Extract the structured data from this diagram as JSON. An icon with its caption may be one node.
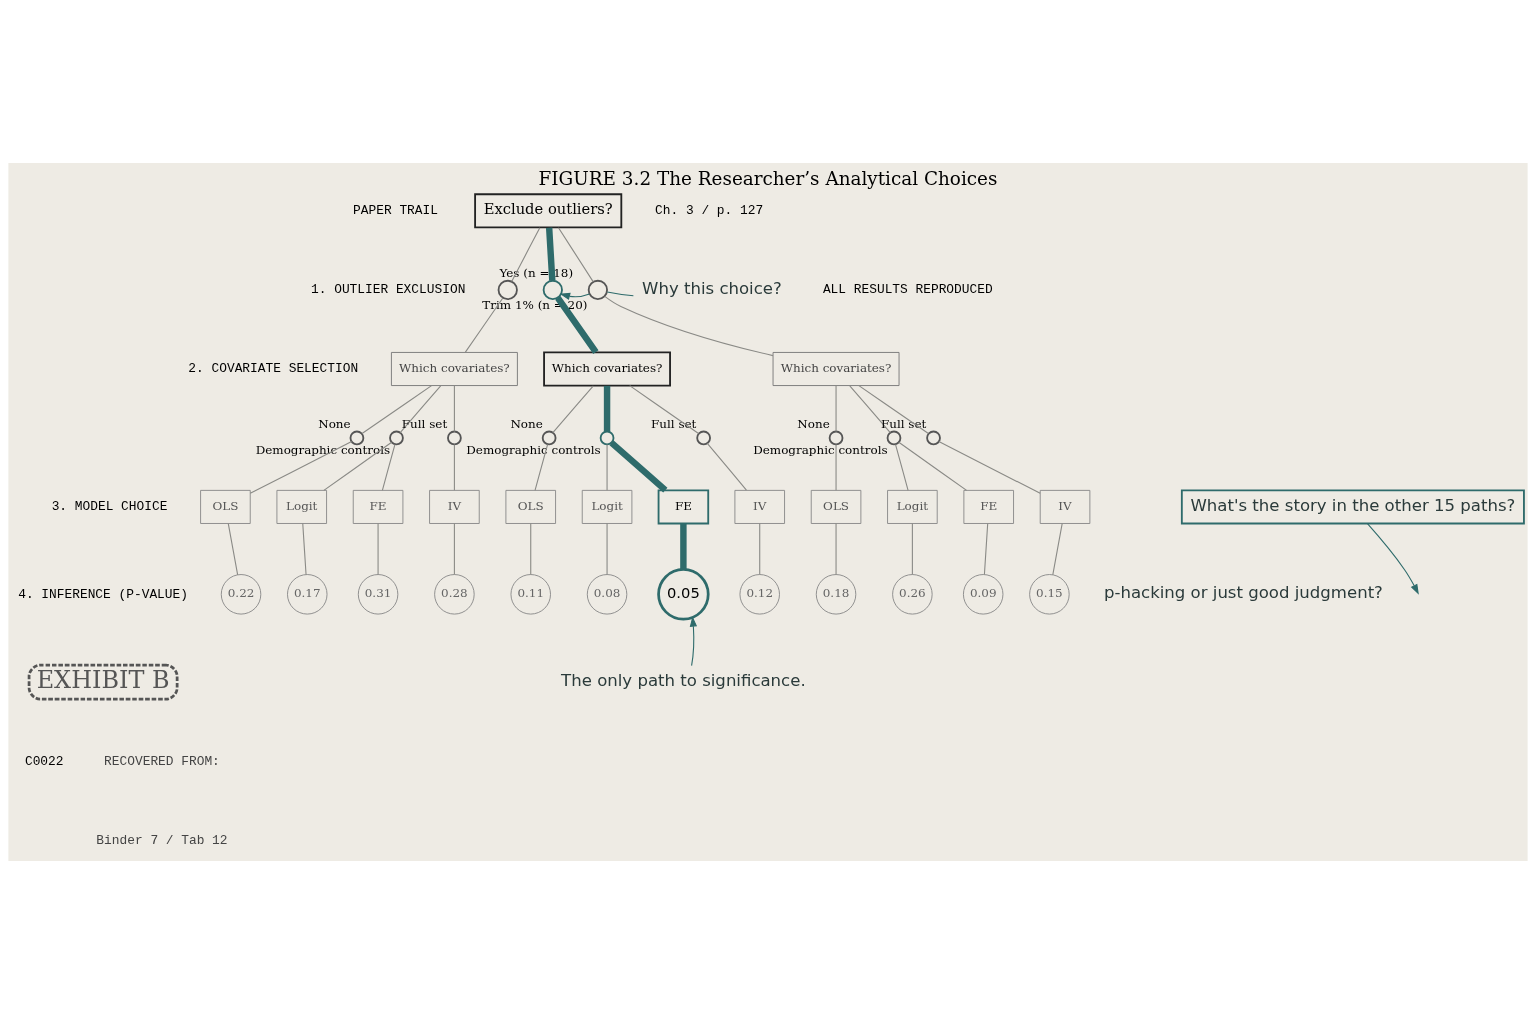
{
  "diagram": {
    "title": "FIGURE 3.2 The Researcher’s Analytical Choices",
    "nodes": [
      {
        "text": [
          "Exclude outliers?"
        ]
      },
      {
        "text": [],
        "shape": "circle",
        "beside": [
          "Yes (n = 18)"
        ]
      },
      {
        "text": [],
        "shape": "circle"
      },
      {
        "text": [],
        "shape": "circle",
        "beside": [
          "Trim 1% (n = 20)"
        ]
      },
      {
        "text": [
          "Which covariates?"
        ]
      },
      {
        "text": [
          "Which covariates?"
        ]
      },
      {
        "text": [
          "Which covariates?"
        ]
      },
      {
        "text": [],
        "shape": "circle",
        "beside": [
          "None"
        ]
      },
      {
        "text": [],
        "shape": "circle",
        "beside": [
          "Demographic controls"
        ]
      },
      {
        "text": [],
        "shape": "circle",
        "beside": [
          "Full set"
        ]
      },
      {
        "text": [],
        "shape": "circle",
        "beside": [
          "None"
        ]
      },
      {
        "text": [],
        "shape": "circle",
        "beside": [
          "Demographic controls"
        ]
      },
      {
        "text": [],
        "shape": "circle",
        "beside": [
          "Full set"
        ]
      },
      {
        "text": [],
        "shape": "circle",
        "beside": [
          "None"
        ]
      },
      {
        "text": [],
        "shape": "circle",
        "beside": [
          "Demographic controls"
        ]
      },
      {
        "text": [],
        "shape": "circle",
        "beside": [
          "Full set"
        ]
      },
      {
        "text": [
          "OLS"
        ]
      },
      {
        "text": [
          "Logit"
        ]
      },
      {
        "text": [
          "FE"
        ]
      },
      {
        "text": [
          "IV"
        ]
      },
      {
        "text": [
          "OLS"
        ]
      },
      {
        "text": [
          "Logit"
        ]
      },
      {
        "text": [
          "FE"
        ]
      },
      {
        "text": [
          "IV"
        ]
      },
      {
        "text": [
          "OLS"
        ]
      },
      {
        "text": [
          "Logit"
        ]
      },
      {
        "text": [
          "FE"
        ]
      },
      {
        "text": [
          "IV"
        ]
      },
      {
        "text": [
          "0.22"
        ]
      },
      {
        "text": [
          "0.17"
        ]
      },
      {
        "text": [
          "0.31"
        ]
      },
      {
        "text": [
          "0.28"
        ]
      },
      {
        "text": [
          "0.11"
        ]
      },
      {
        "text": [
          "0.08"
        ]
      },
      {
        "text": [
          "0.05"
        ]
      },
      {
        "text": [
          "0.12"
        ]
      },
      {
        "text": [
          "0.18"
        ]
      },
      {
        "text": [
          "0.26"
        ]
      },
      {
        "text": [
          "0.09"
        ]
      },
      {
        "text": [
          "0.15"
        ]
      },
      {
        "text": [
          "Why this choice?"
        ]
      },
      {
        "text": [
          "What's the story in the other 15 paths?"
        ]
      },
      {
        "text": [
          "The only path to significance."
        ]
      },
      {
        "text": [
          "EXHIBIT B"
        ]
      }
    ],
    "edges": [
      {
        "from": 0,
        "to": 1,
        "arrow": "none"
      },
      {
        "from": 0,
        "to": 2,
        "arrow": "none",
        "style": "thick",
        "color": "#2e6b6b"
      },
      {
        "from": 0,
        "to": 3,
        "arrow": "none"
      },
      {
        "from": 1,
        "to": 4,
        "arrow": "none"
      },
      {
        "from": 2,
        "to": 5,
        "arrow": "none",
        "style": "thick",
        "color": "#2e6b6b"
      },
      {
        "from": 3,
        "to": 6,
        "arrow": "none"
      },
      {
        "from": 4,
        "to": 7,
        "arrow": "none"
      },
      {
        "from": 4,
        "to": 8,
        "arrow": "none"
      },
      {
        "from": 4,
        "to": 9,
        "arrow": "none"
      },
      {
        "from": 5,
        "to": 10,
        "arrow": "none"
      },
      {
        "from": 5,
        "to": 11,
        "arrow": "none",
        "style": "thick",
        "color": "#2e6b6b"
      },
      {
        "from": 5,
        "to": 12,
        "arrow": "none"
      },
      {
        "from": 6,
        "to": 13,
        "arrow": "none"
      },
      {
        "from": 6,
        "to": 14,
        "arrow": "none"
      },
      {
        "from": 6,
        "to": 15,
        "arrow": "none"
      },
      {
        "from": 7,
        "to": 16,
        "arrow": "none"
      },
      {
        "from": 8,
        "to": 17,
        "arrow": "none"
      },
      {
        "from": 8,
        "to": 18,
        "arrow": "none"
      },
      {
        "from": 9,
        "to": 19,
        "arrow": "none"
      },
      {
        "from": 10,
        "to": 20,
        "arrow": "none"
      },
      {
        "from": 11,
        "to": 21,
        "arrow": "none"
      },
      {
        "from": 11,
        "to": 22,
        "arrow": "none",
        "style": "thick",
        "color": "#2e6b6b"
      },
      {
        "from": 12,
        "to": 23,
        "arrow": "none"
      },
      {
        "from": 13,
        "to": 24,
        "arrow": "none"
      },
      {
        "from": 14,
        "to": 25,
        "arrow": "none"
      },
      {
        "from": 14,
        "to": 26,
        "arrow": "none"
      },
      {
        "from": 15,
        "to": 27,
        "arrow": "none"
      },
      {
        "from": 16,
        "to": 28,
        "arrow": "none"
      },
      {
        "from": 17,
        "to": 29,
        "arrow": "none"
      },
      {
        "from": 18,
        "to": 30,
        "arrow": "none"
      },
      {
        "from": 19,
        "to": 31,
        "arrow": "none"
      },
      {
        "from": 20,
        "to": 32,
        "arrow": "none"
      },
      {
        "from": 21,
        "to": 33,
        "arrow": "none"
      },
      {
        "from": 22,
        "to": 34,
        "arrow": "none",
        "style": "thick",
        "color": "#2e6b6b"
      },
      {
        "from": 23,
        "to": 35,
        "arrow": "none"
      },
      {
        "from": 24,
        "to": 36,
        "arrow": "none"
      },
      {
        "from": 25,
        "to": 37,
        "arrow": "none"
      },
      {
        "from": 26,
        "to": 38,
        "arrow": "none"
      },
      {
        "from": 27,
        "to": 39,
        "arrow": "none"
      },
      {
        "from": 40,
        "to": 3,
        "arrow": "none",
        "color": "#2e6b6b"
      },
      {
        "from": 3,
        "to": 2,
        "arrow": "to",
        "color": "#2e6b6b"
      },
      {
        "from": 41,
        "to": null,
        "arrow": "to",
        "color": "#2e6b6b"
      },
      {
        "from": 42,
        "to": 34,
        "arrow": "to",
        "color": "#2e6b6b"
      }
    ],
    "labels": [
      "PAPER TRAIL",
      "Ch. 3 / p. 127",
      "1. OUTLIER EXCLUSION",
      "ALL RESULTS REPRODUCED",
      "2. COVARIATE SELECTION",
      "3. MODEL CHOICE",
      "4. INFERENCE (P-VALUE)",
      "C0022",
      "p-hacking or just good judgment?",
      "RECOVERED FROM:",
      "Binder 7 / Tab 12"
    ]
  }
}
